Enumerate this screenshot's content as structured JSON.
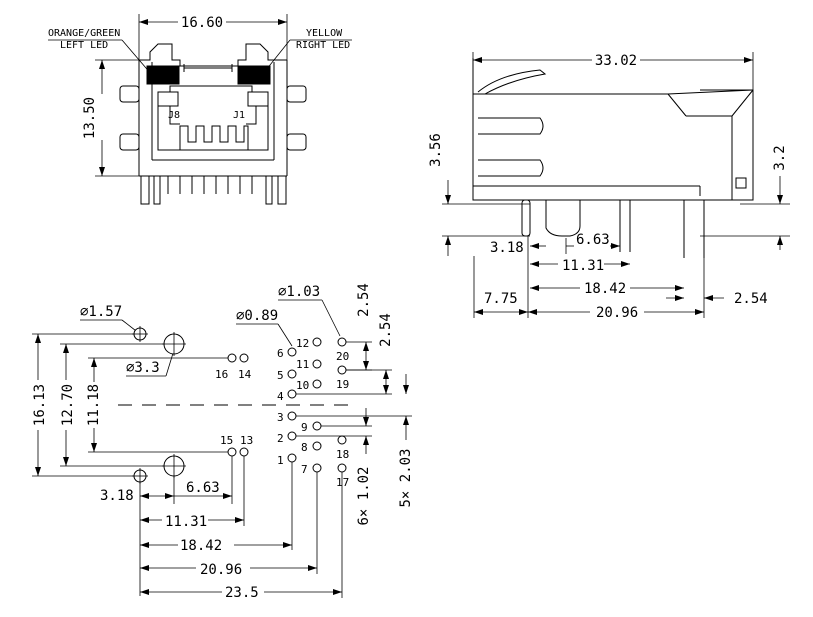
{
  "front_view": {
    "width_dim": "16.60",
    "height_dim": "13.50",
    "left_led": {
      "line1": "ORANGE/GREEN",
      "line2": "LEFT LED"
    },
    "right_led": {
      "line1": "YELLOW",
      "line2": "RIGHT LED"
    },
    "pin_j8": "J8",
    "pin_j1": "J1"
  },
  "side_view": {
    "length": "33.02",
    "height_top": "3.56",
    "right_offset": "3.2",
    "d_3_18": "3.18",
    "d_6_63": "6.63",
    "d_11_31": "11.31",
    "d_18_42": "18.42",
    "d_2_54": "2.54",
    "d_7_75": "7.75",
    "d_20_96": "20.96"
  },
  "footprint": {
    "hole_1_57": "∅1.57",
    "hole_3_3": "∅3.3",
    "hole_0_89": "∅0.89",
    "hole_1_03": "∅1.03",
    "v_16_13": "16.13",
    "v_12_70": "12.70",
    "v_11_18": "11.18",
    "h_3_18": "3.18",
    "h_6_63": "6.63",
    "h_11_31": "11.31",
    "h_18_42": "18.42",
    "h_20_96": "20.96",
    "h_23_5": "23.5",
    "pitch_2_54_a": "2.54",
    "pitch_2_54_b": "2.54",
    "pitch_6x": "6× 1.02",
    "pitch_5x": "5× 2.03",
    "pins": {
      "p1": "1",
      "p2": "2",
      "p3": "3",
      "p4": "4",
      "p5": "5",
      "p6": "6",
      "p7": "7",
      "p8": "8",
      "p9": "9",
      "p10": "10",
      "p11": "11",
      "p12": "12",
      "p13": "13",
      "p14": "14",
      "p15": "15",
      "p16": "16",
      "p17": "17",
      "p18": "18",
      "p19": "19",
      "p20": "20"
    }
  }
}
